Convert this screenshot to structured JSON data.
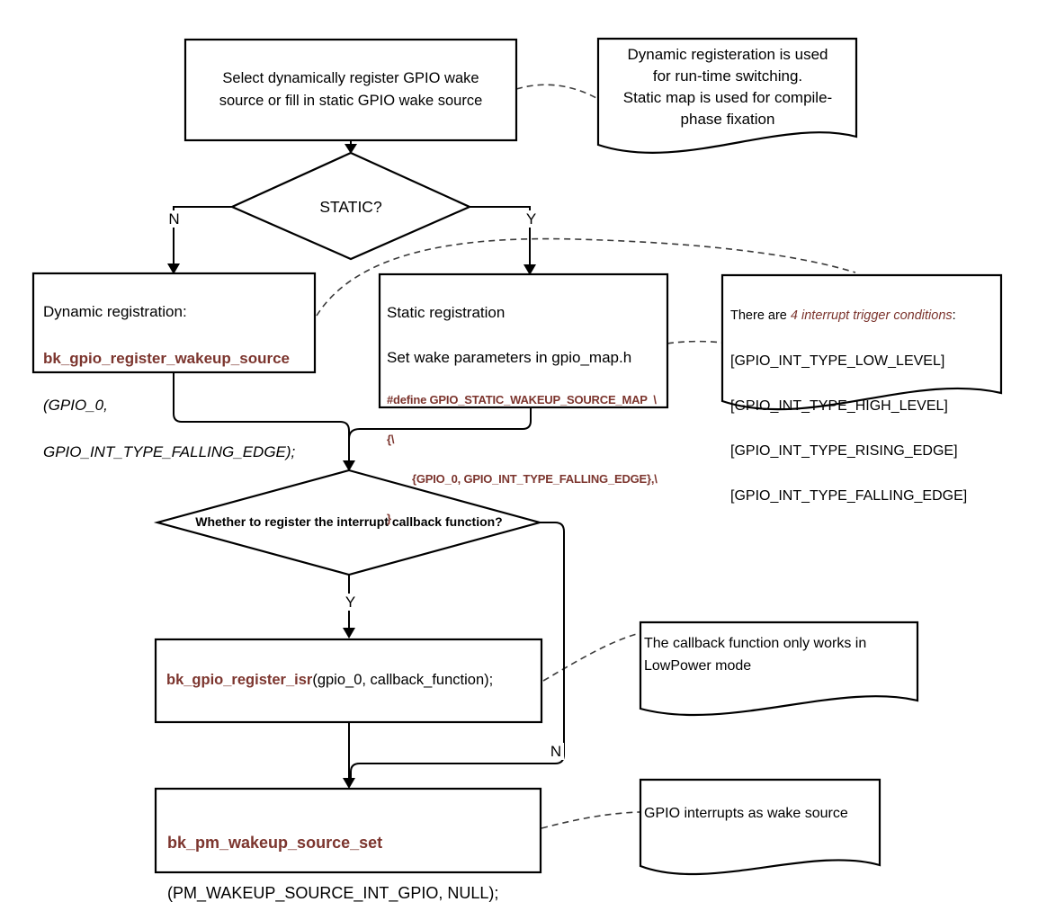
{
  "colors": {
    "accent": "#7C352E",
    "line": "#000000",
    "dash": "#3a3a3a",
    "background": "#ffffff"
  },
  "flowchart": {
    "start_box": {
      "text": "Select dynamically register GPIO wake\nsource or fill in static GPIO wake source"
    },
    "note_top": {
      "text": "Dynamic registeration is used\nfor run-time switching.\nStatic map is used for compile-\nphase fixation"
    },
    "decision_static": {
      "label": "STATIC?",
      "no_label": "N",
      "yes_label": "Y"
    },
    "dynamic_box": {
      "line1": "Dynamic registration:",
      "line2": "bk_gpio_register_wakeup_source",
      "line3": "(GPIO_0,",
      "line4": "GPIO_INT_TYPE_FALLING_EDGE);"
    },
    "static_box": {
      "line1": "Static registration",
      "line2": "Set wake parameters in gpio_map.h",
      "code1": "#define GPIO_STATIC_WAKEUP_SOURCE_MAP  \\",
      "code2": "{\\",
      "code3": "{GPIO_0, GPIO_INT_TYPE_FALLING_EDGE},\\",
      "code4": "}"
    },
    "note_triggers": {
      "intro_prefix": "There are ",
      "intro_em": "4 interrupt trigger conditions",
      "intro_suffix": ":",
      "items": [
        "[GPIO_INT_TYPE_LOW_LEVEL]",
        "[GPIO_INT_TYPE_HIGH_LEVEL]",
        "[GPIO_INT_TYPE_RISING_EDGE]",
        "[GPIO_INT_TYPE_FALLING_EDGE]"
      ]
    },
    "decision_callback": {
      "label": "Whether to register the interrupt callback function?",
      "yes_label": "Y",
      "no_label": "N"
    },
    "isr_box": {
      "fn": "bk_gpio_register_isr",
      "args": "(gpio_0, callback_function);"
    },
    "note_callback": {
      "text": "The callback function only works in\nLowPower mode"
    },
    "pm_box": {
      "fn": "bk_pm_wakeup_source_set",
      "args": "(PM_WAKEUP_SOURCE_INT_GPIO, NULL);"
    },
    "note_wake": {
      "text": "GPIO interrupts as wake source"
    }
  }
}
